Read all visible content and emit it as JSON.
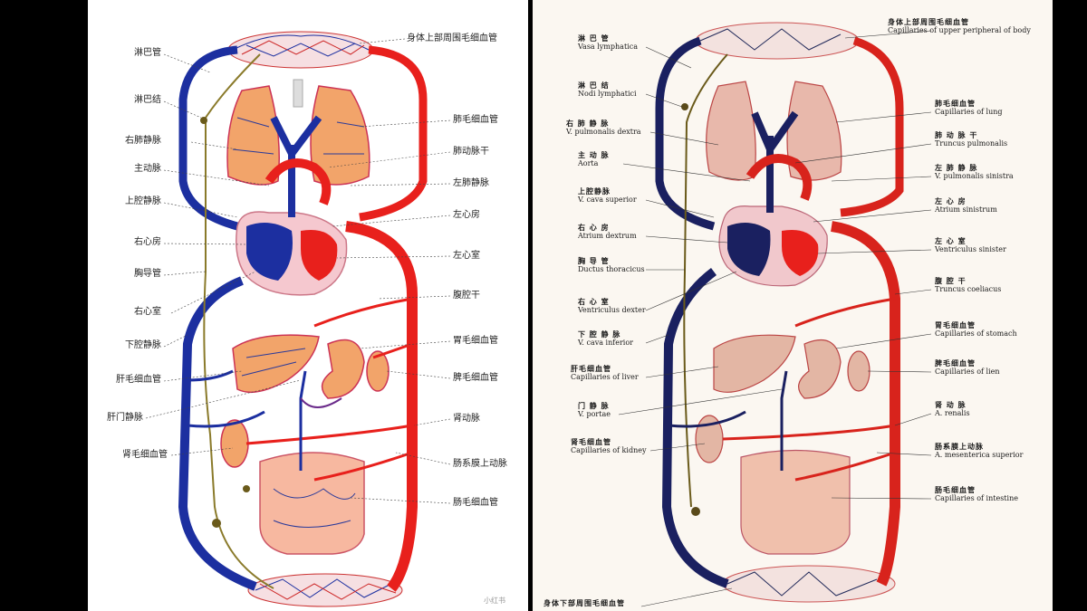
{
  "left_labels": [
    {
      "id": "lymph-vessel",
      "text": "淋巴管"
    },
    {
      "id": "lymph-node",
      "text": "淋巴结"
    },
    {
      "id": "right-pulmonary-vein",
      "text": "右肺静脉"
    },
    {
      "id": "aorta",
      "text": "主动脉"
    },
    {
      "id": "superior-vena-cava",
      "text": "上腔静脉"
    },
    {
      "id": "right-atrium",
      "text": "右心房"
    },
    {
      "id": "thoracic-duct",
      "text": "胸导管"
    },
    {
      "id": "right-ventricle",
      "text": "右心室"
    },
    {
      "id": "inferior-vena-cava",
      "text": "下腔静脉"
    },
    {
      "id": "liver-capillaries",
      "text": "肝毛细血管"
    },
    {
      "id": "portal-vein",
      "text": "肝门静脉"
    },
    {
      "id": "kidney-capillaries",
      "text": "肾毛细血管"
    },
    {
      "id": "upper-body-capillaries",
      "text": "身体上部周围毛细血管"
    },
    {
      "id": "lung-capillaries",
      "text": "肺毛细血管"
    },
    {
      "id": "pulmonary-trunk",
      "text": "肺动脉干"
    },
    {
      "id": "left-pulmonary-vein",
      "text": "左肺静脉"
    },
    {
      "id": "left-atrium",
      "text": "左心房"
    },
    {
      "id": "left-ventricle",
      "text": "左心室"
    },
    {
      "id": "celiac-trunk",
      "text": "腹腔干"
    },
    {
      "id": "stomach-capillaries",
      "text": "胃毛细血管"
    },
    {
      "id": "spleen-capillaries",
      "text": "脾毛细血管"
    },
    {
      "id": "renal-artery",
      "text": "肾动脉"
    },
    {
      "id": "superior-mesenteric-artery",
      "text": "肠系膜上动脉"
    },
    {
      "id": "intestine-capillaries",
      "text": "肠毛细血管"
    }
  ],
  "left_watermark": "小红书",
  "right_labels": [
    {
      "id": "vasa-lymphatica",
      "zh": "淋 巴 管",
      "la": "Vasa lymphatica"
    },
    {
      "id": "nodi-lymphatici",
      "zh": "淋 巴 结",
      "la": "Nodi lymphatici"
    },
    {
      "id": "v-pulmonalis-dextra",
      "zh": "右 肺 静 脉",
      "la": "V. pulmonalis dextra"
    },
    {
      "id": "aorta-en",
      "zh": "主 动 脉",
      "la": "Aorta"
    },
    {
      "id": "v-cava-superior",
      "zh": "上腔静脉",
      "la": "V. cava superior"
    },
    {
      "id": "atrium-dextrum",
      "zh": "右 心 房",
      "la": "Atrium dextrum"
    },
    {
      "id": "ductus-thoracicus",
      "zh": "胸 导 管",
      "la": "Ductus thoracicus"
    },
    {
      "id": "ventriculus-dexter",
      "zh": "右 心 室",
      "la": "Ventriculus dexter"
    },
    {
      "id": "v-cava-inferior",
      "zh": "下 腔 静 脉",
      "la": "V. cava inferior"
    },
    {
      "id": "cap-liver",
      "zh": "肝毛细血管",
      "la": "Capillaries of liver"
    },
    {
      "id": "v-portae",
      "zh": "门 静 脉",
      "la": "V. portae"
    },
    {
      "id": "cap-kidney",
      "zh": "肾毛细血管",
      "la": "Capillaries of kidney"
    },
    {
      "id": "cap-upper",
      "zh": "身体上部周围毛细血管",
      "la": "Capillaries of upper peripheral of body"
    },
    {
      "id": "cap-lung",
      "zh": "肺毛细血管",
      "la": "Capillaries of lung"
    },
    {
      "id": "truncus-pulmonalis",
      "zh": "肺 动 脉 干",
      "la": "Truncus pulmonalis"
    },
    {
      "id": "v-pulmonalis-sinistra",
      "zh": "左 肺 静 脉",
      "la": "V. pulmonalis sinistra"
    },
    {
      "id": "atrium-sinistrum",
      "zh": "左 心 房",
      "la": "Atrium sinistrum"
    },
    {
      "id": "ventriculus-sinister",
      "zh": "左 心 室",
      "la": "Ventriculus sinister"
    },
    {
      "id": "truncus-coeliacus",
      "zh": "腹 腔 干",
      "la": "Truncus coeliacus"
    },
    {
      "id": "cap-stomach",
      "zh": "胃毛细血管",
      "la": "Capillaries of stomach"
    },
    {
      "id": "cap-lien",
      "zh": "脾毛细血管",
      "la": "Capillaries of lien"
    },
    {
      "id": "a-renalis",
      "zh": "肾 动 脉",
      "la": "A. renalis"
    },
    {
      "id": "a-mesenterica-superior",
      "zh": "肠系膜上动脉",
      "la": "A. mesenterica superior"
    },
    {
      "id": "cap-intestine",
      "zh": "肠毛细血管",
      "la": "Capillaries of intestine"
    },
    {
      "id": "cap-lower",
      "zh": "身体下部周围毛细血管",
      "la": ""
    }
  ],
  "colors": {
    "artery": "#e8201c",
    "vein": "#1c2fa0",
    "lymph": "#8a7a2a",
    "organ": "#f2a46a",
    "capillary_mesh": "#2a3a9a"
  }
}
